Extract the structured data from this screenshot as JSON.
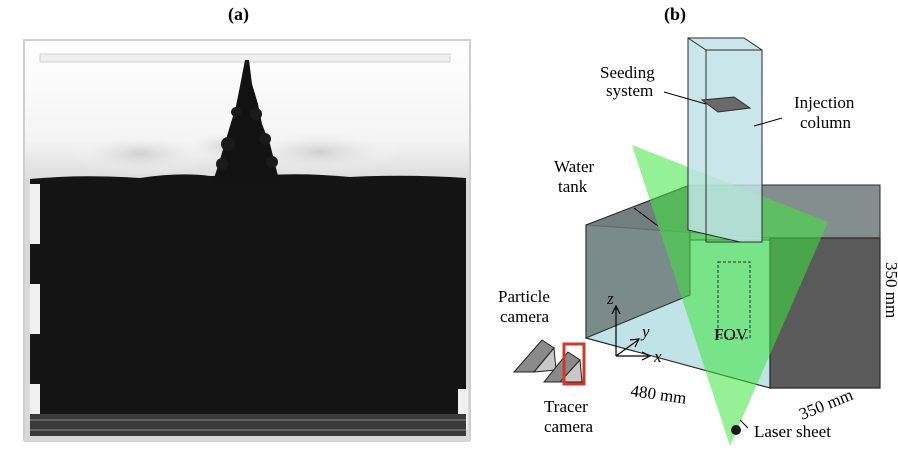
{
  "panels": {
    "a": {
      "label": "(a)"
    },
    "b": {
      "label": "(b)",
      "labels": {
        "seeding_line1": "Seeding",
        "seeding_line2": "system",
        "injection_line1": "Injection",
        "injection_line2": "column",
        "water_line1": "Water",
        "water_line2": "tank",
        "particle_line1": "Particle",
        "particle_line2": "camera",
        "tracer_line1": "Tracer",
        "tracer_line2": "camera",
        "fov": "FOV",
        "laser_sheet": "Laser sheet",
        "axis_z": "z",
        "axis_y": "y",
        "axis_x": "x",
        "dim_length": "480 mm",
        "dim_depth": "350 mm",
        "dim_height": "350 mm"
      },
      "colors": {
        "laser": "#3ee63e",
        "water_front": "#bfe3e6",
        "tank_side": "#5a5a5a",
        "tank_back": "#6f7a7a",
        "tracer_frame": "#d6362a"
      }
    }
  }
}
